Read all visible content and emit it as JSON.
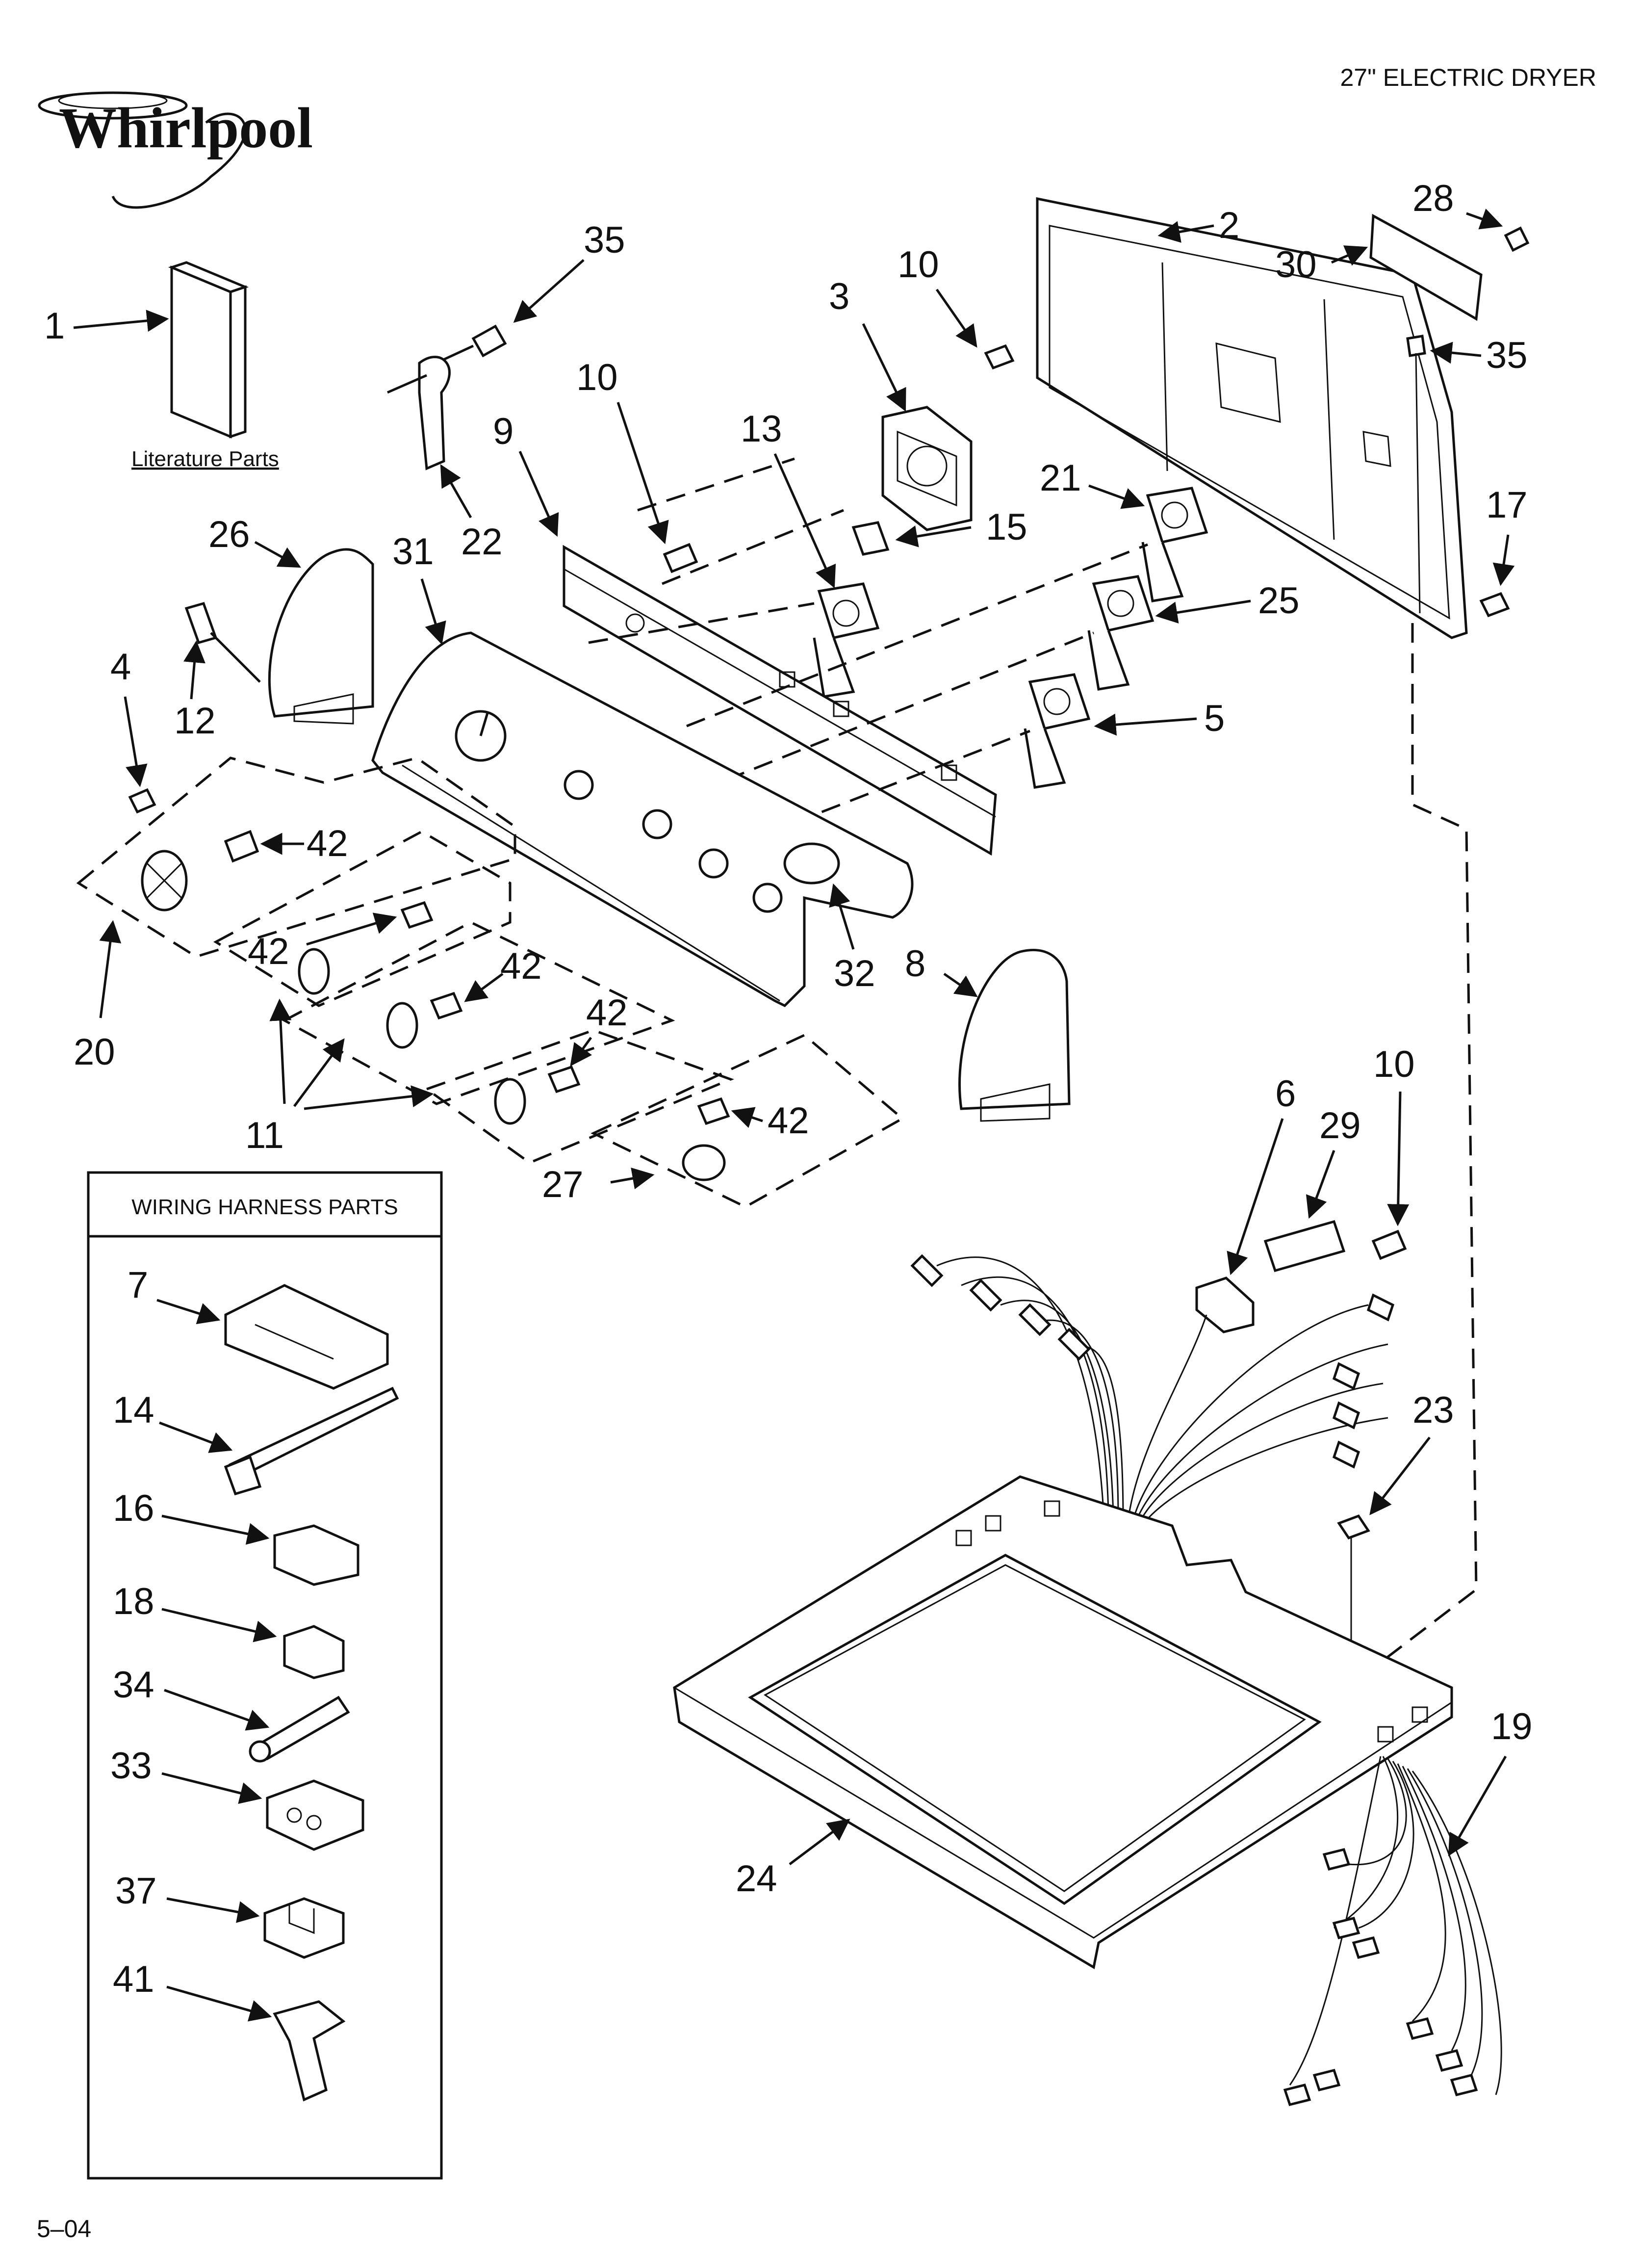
{
  "header": {
    "title": "27\" ELECTRIC DRYER",
    "brand": "Whirlpool"
  },
  "footer": {
    "date_code": "5–04"
  },
  "literature": {
    "label": "Literature Parts"
  },
  "wiring_box": {
    "title": "WIRING HARNESS PARTS"
  },
  "callouts": {
    "c1": "1",
    "c2": "2",
    "c3": "3",
    "c4": "4",
    "c5": "5",
    "c6": "6",
    "c7": "7",
    "c8": "8",
    "c9": "9",
    "c10a": "10",
    "c10b": "10",
    "c10c": "10",
    "c11": "11",
    "c12": "12",
    "c13": "13",
    "c14": "14",
    "c15": "15",
    "c16": "16",
    "c17": "17",
    "c18": "18",
    "c19": "19",
    "c20": "20",
    "c21": "21",
    "c22": "22",
    "c23": "23",
    "c24": "24",
    "c25": "25",
    "c26": "26",
    "c27": "27",
    "c28": "28",
    "c29": "29",
    "c30": "30",
    "c31": "31",
    "c32": "32",
    "c33": "33",
    "c34": "34",
    "c35a": "35",
    "c35b": "35",
    "c37": "37",
    "c41": "41",
    "c42a": "42",
    "c42b": "42",
    "c42c": "42",
    "c42d": "42",
    "c42e": "42"
  },
  "arrow_markers": [
    "arrowhead"
  ]
}
